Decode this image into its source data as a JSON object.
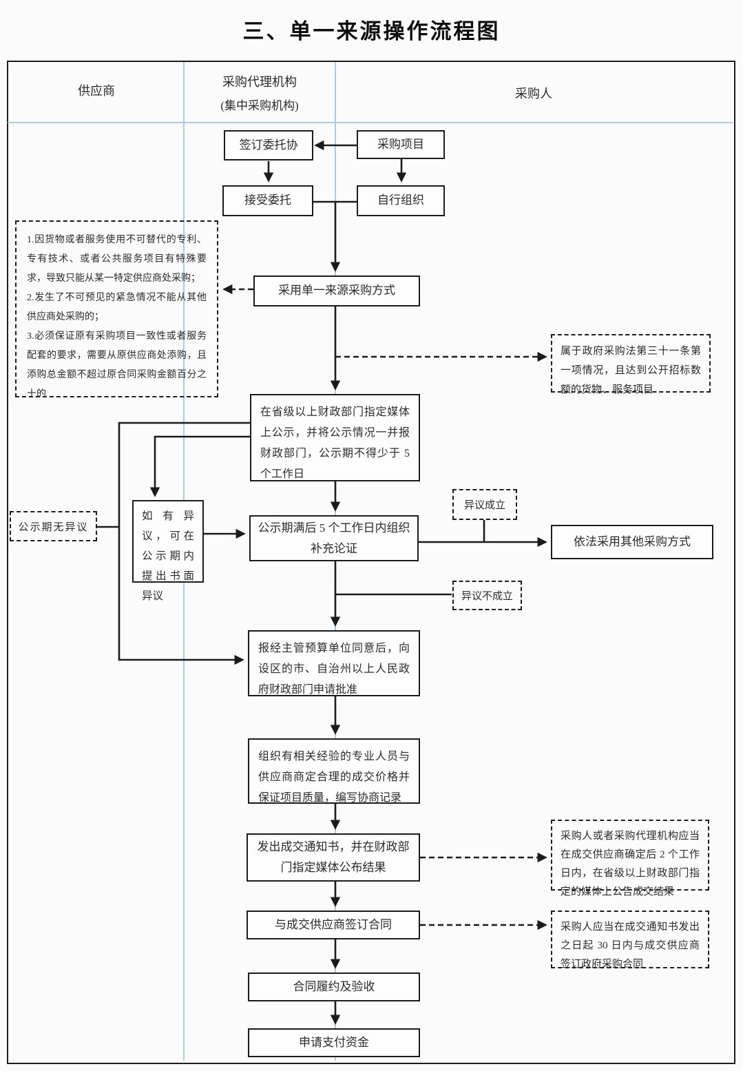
{
  "title": "三、单一来源操作流程图",
  "lanes": {
    "supplier": "供应商",
    "agency": "采购代理机构",
    "agency_sub": "(集中采购机构)",
    "purchaser": "采购人"
  },
  "nodes": {
    "sign_agreement": "签订委托协",
    "project": "采购项目",
    "accept": "接受委托",
    "self_organize": "自行组织",
    "single_source": "采用单一来源采购方式",
    "publicity": "在省级以上财政部门指定媒体上公示，并将公示情况一并报财政部门，公示期不得少于 5 个工作日",
    "objection": "如有异议，可在公示期内提出书面异议",
    "supplement": "公示期满后 5 个工作日内组织补充论证",
    "other_method": "依法采用其他采购方式",
    "approval": "报经主管预算单位同意后，向设区的市、自治州以上人民政府财政部门申请批准",
    "negotiation": "组织有相关经验的专业人员与供应商商定合理的成交价格并保证项目质量，编写协商记录",
    "notice": "发出成交通知书，并在财政部门指定媒体公布结果",
    "contract": "与成交供应商签订合同",
    "performance": "合同履约及验收",
    "payment": "申请支付资金"
  },
  "notes": {
    "conditions": {
      "item1": "1.因货物或者服务使用不可替代的专利、专有技术、或者公共服务项目有特殊要求，导致只能从某一特定供应商处采购；",
      "item2": "2.发生了不可预见的紧急情况不能从其他供应商处采购的；",
      "item3": "3.必须保证原有采购项目一致性或者服务配套的要求，需要从原供应商处添购，且添购总金额不超过原合同采购金额百分之十的"
    },
    "law_scope": "属于政府采购法第三十一条第一项情况，且达到公开招标数额的货物、服务项目",
    "no_objection": "公示期无异议",
    "objection_valid": "异议成立",
    "objection_invalid": "异议不成立",
    "announce_result": "采购人或者采购代理机构应当在成交供应商确定后 2 个工作日内，在省级以上财政部门指定的媒体上公告成交结果",
    "sign_deadline": "采购人应当在成交通知书发出之日起 30 日内与成交供应商签订政府采购合同"
  },
  "colors": {
    "line": "#1b1b1b",
    "lane_divider": "#a9cbe3",
    "background": "#fbfbfb"
  }
}
